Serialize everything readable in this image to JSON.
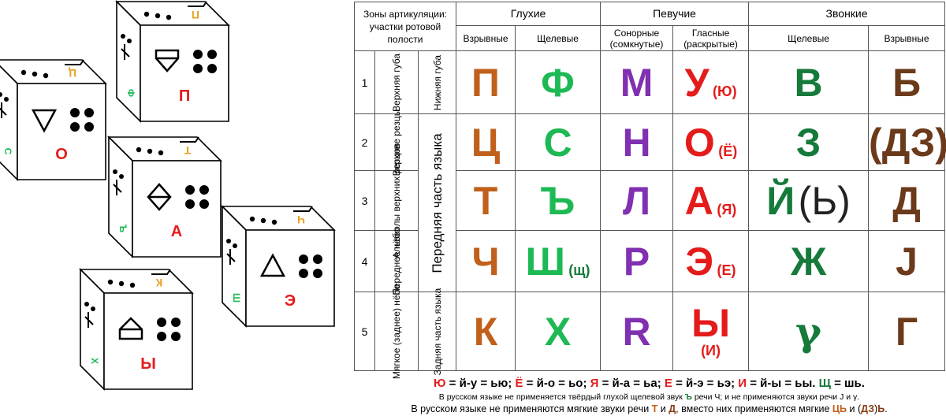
{
  "colors": {
    "brown": "#c0601a",
    "green": "#1db954",
    "purple": "#8030b0",
    "red": "#e41b1b",
    "dark_green": "#157a3a",
    "dark_brown": "#6b3a1a"
  },
  "cubes": [
    {
      "letter": "П",
      "top_letter": "П",
      "side_letter": "Ф",
      "top_color": "#e8a020",
      "side_color": "#1db954",
      "shape": "pentagon-down"
    },
    {
      "letter": "О",
      "top_letter": "Ц",
      "side_letter": "С",
      "top_color": "#e8a020",
      "side_color": "#1db954",
      "shape": "triangle-down"
    },
    {
      "letter": "А",
      "top_letter": "Т",
      "side_letter": "Ъ",
      "top_color": "#e8a020",
      "side_color": "#1db954",
      "shape": "diamond"
    },
    {
      "letter": "Э",
      "top_letter": "Ч",
      "side_letter": "Ш",
      "top_color": "#e8a020",
      "side_color": "#1db954",
      "shape": "triangle-up"
    },
    {
      "letter": "Ы",
      "top_letter": "К",
      "side_letter": "Х",
      "top_color": "#e8a020",
      "side_color": "#1db954",
      "shape": "house"
    }
  ],
  "table": {
    "zones_header": "Зоны артикуляции: участки ротовой полости",
    "groups": [
      "Глухие",
      "Певучие",
      "Звонкие"
    ],
    "subheaders": [
      "Взрывные",
      "Щелевые",
      "Сонорные (сомкнутые)",
      "Гласные (раскрытые)",
      "Щелевые",
      "Взрывные"
    ],
    "rows": [
      {
        "num": "1",
        "zone": "Верхняя губа",
        "cells": [
          "П",
          "Ф",
          "М",
          "У",
          "В",
          "Б"
        ],
        "extra": "(Ю)"
      },
      {
        "num": "2",
        "zone": "Верхние резцы",
        "cells": [
          "Ц",
          "С",
          "Н",
          "О",
          "З",
          "(ДЗ)"
        ],
        "extra": "(Ё)"
      },
      {
        "num": "3",
        "zone": "Альвеолы верхних резцов",
        "cells": [
          "Т",
          "Ъ",
          "Л",
          "А",
          "Й",
          "Д"
        ],
        "extra": "(Я)",
        "extra_zv": "(Ь)"
      },
      {
        "num": "4",
        "zone": "Переднее нёбо",
        "cells": [
          "Ч",
          "Ш",
          "Р",
          "Э",
          "Ж",
          "J"
        ],
        "extra": "(Е)",
        "extra_sh": "(щ)"
      },
      {
        "num": "5",
        "zone": "Мягкое (заднее) нёбо",
        "cells": [
          "К",
          "Х",
          "R",
          "Ы",
          "γ",
          "Г"
        ],
        "extra": "(И)"
      }
    ],
    "lower_lip": "Нижняя губа",
    "front_tongue": "Передняя часть языка",
    "back_tongue": "Задняя часть языка"
  },
  "footer": {
    "line1": [
      {
        "t": "Ю",
        "c": "red"
      },
      {
        "t": " = й-у = ью; "
      },
      {
        "t": "Ё",
        "c": "red"
      },
      {
        "t": " = й-о = ьо; "
      },
      {
        "t": "Я",
        "c": "red"
      },
      {
        "t": " = й-а = ьа; "
      },
      {
        "t": "Е",
        "c": "red"
      },
      {
        "t": " = й-э = ьэ; "
      },
      {
        "t": "И",
        "c": "red"
      },
      {
        "t": " = й-ы = ьы. "
      },
      {
        "t": "Щ",
        "c": "dgreen"
      },
      {
        "t": " = шь."
      }
    ],
    "line2": [
      {
        "t": "В русском языке не применяется твёрдый глухой щелевой звук "
      },
      {
        "t": "Ъ",
        "c": "dgreen"
      },
      {
        "t": " речи Ч; и не применяются звуки речи J и γ."
      }
    ],
    "line3": [
      {
        "t": "В русском языке не применяются мягкие звуки речи "
      },
      {
        "t": "Т",
        "c": "brown"
      },
      {
        "t": " и "
      },
      {
        "t": "Д",
        "c": "db"
      },
      {
        "t": ", вместо них применяются мягкие "
      },
      {
        "t": "ЦЬ",
        "c": "brown"
      },
      {
        "t": " и ("
      },
      {
        "t": "ДЗ",
        "c": "db"
      },
      {
        "t": ")"
      },
      {
        "t": "Ь",
        "c": "db"
      },
      {
        "t": "."
      }
    ]
  }
}
